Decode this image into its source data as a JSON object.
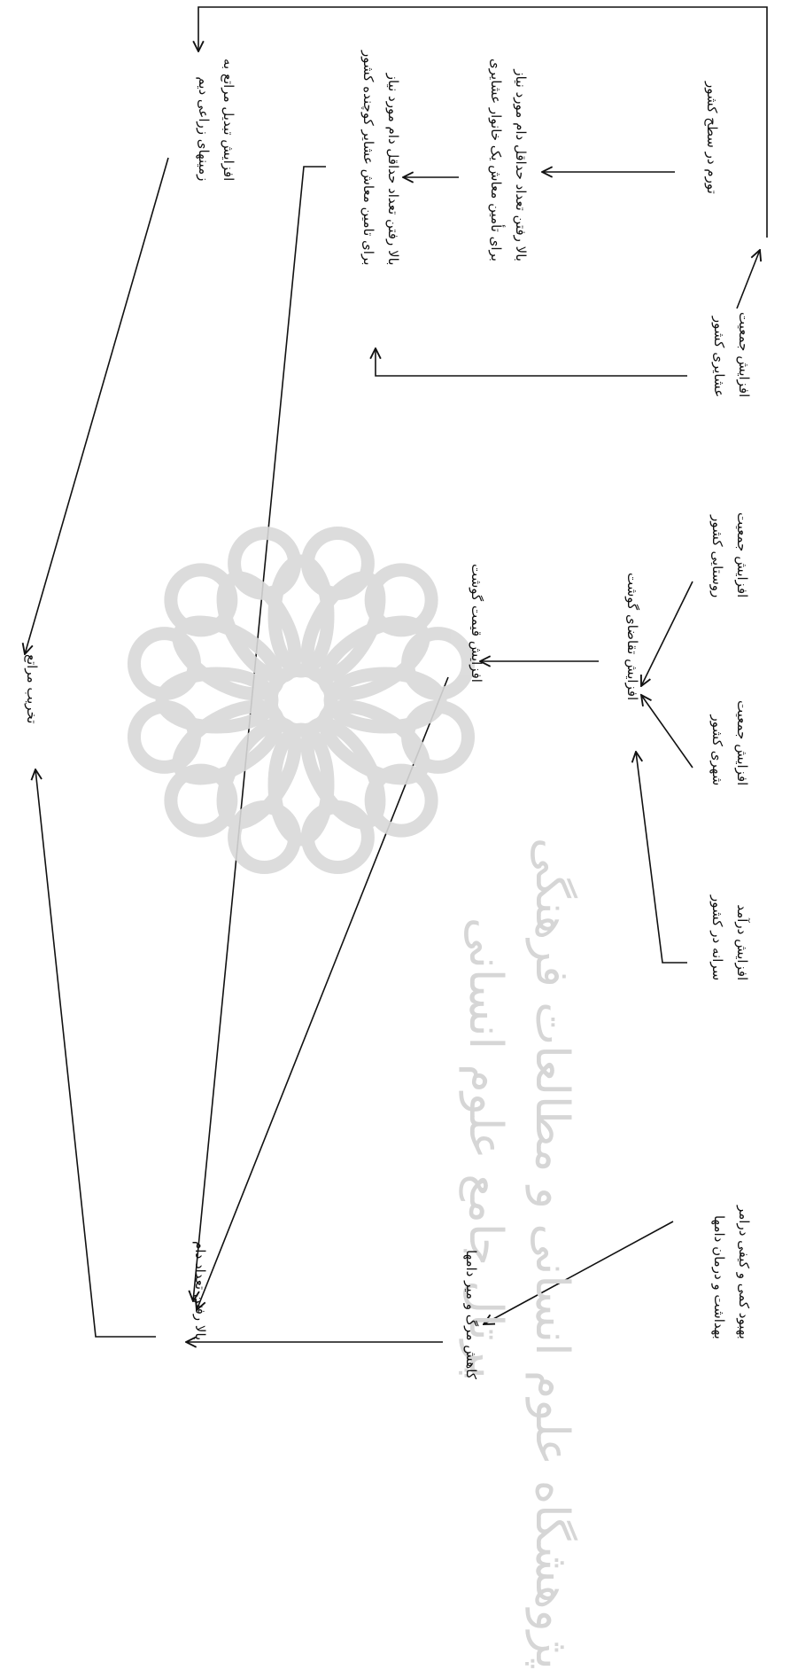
{
  "nodes": {
    "pasture_destruction": [
      "تخریب مراتع"
    ],
    "rangeland_conversion": [
      "افزایش تبدیل مراتع به",
      "زمینهای زراعی دیم"
    ],
    "herd_min_nomadic": [
      "بالا رفتن تعداد حداقل دام مورد نیاز",
      "برای تامین معاش عشایر کوچنده کشور"
    ],
    "herd_min_family": [
      "بالا رفتن تعداد حداقل دام مورد نیاز",
      "برای تأمین معاش یک خانوار عشایری"
    ],
    "inflation": [
      "تورم در سطح کشور"
    ],
    "nomadic_pop": [
      "افزایش جمعیت",
      "عشایری کشور"
    ],
    "rural_pop": [
      "افزایش جمعیت",
      "روستایی کشور"
    ],
    "meat_price": [
      "افزایش قیمت گوشت"
    ],
    "meat_demand": [
      "افزایش تقاضای گوشت"
    ],
    "urban_pop": [
      "افزایش جمعیت",
      "شهری کشور"
    ],
    "income": [
      "افزایش درآمد",
      "سرانه در کشور"
    ],
    "vet_improvement": [
      "بهبود کمی و کیفی درامر",
      "بهداشت و درمان دامها"
    ],
    "mortality_drop": [
      "کاهش مرگ و میر دامها"
    ],
    "livestock_increase": [
      "بالا رفتن تعداد دام"
    ]
  },
  "watermark": {
    "logo": "rosette-emblem",
    "line1": "پژوهشگاه علوم انسانی و مطالعات فرهنگی",
    "line2": "پرتال جامع علوم انسانی"
  },
  "colors": {
    "ink": "#111111",
    "watermark": "#d6d6d6"
  }
}
